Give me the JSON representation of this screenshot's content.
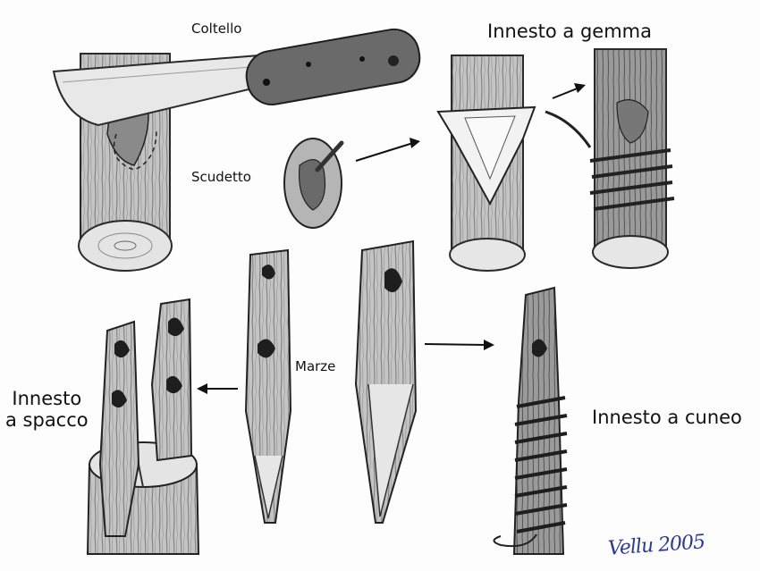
{
  "labels": {
    "knife": "Coltello",
    "bud_grafting": "Innesto a gemma",
    "shield": "Scudetto",
    "scions": "Marze",
    "cleft_grafting": "Innesto\na spacco",
    "wedge_grafting": "Innesto a cuneo"
  },
  "signature": "Vellu 2005",
  "colors": {
    "pencil": "#2a2a2a",
    "wood": "#b8b8b8",
    "shade": "#6e6e6e",
    "ink_blue": "#2b3a8c"
  }
}
